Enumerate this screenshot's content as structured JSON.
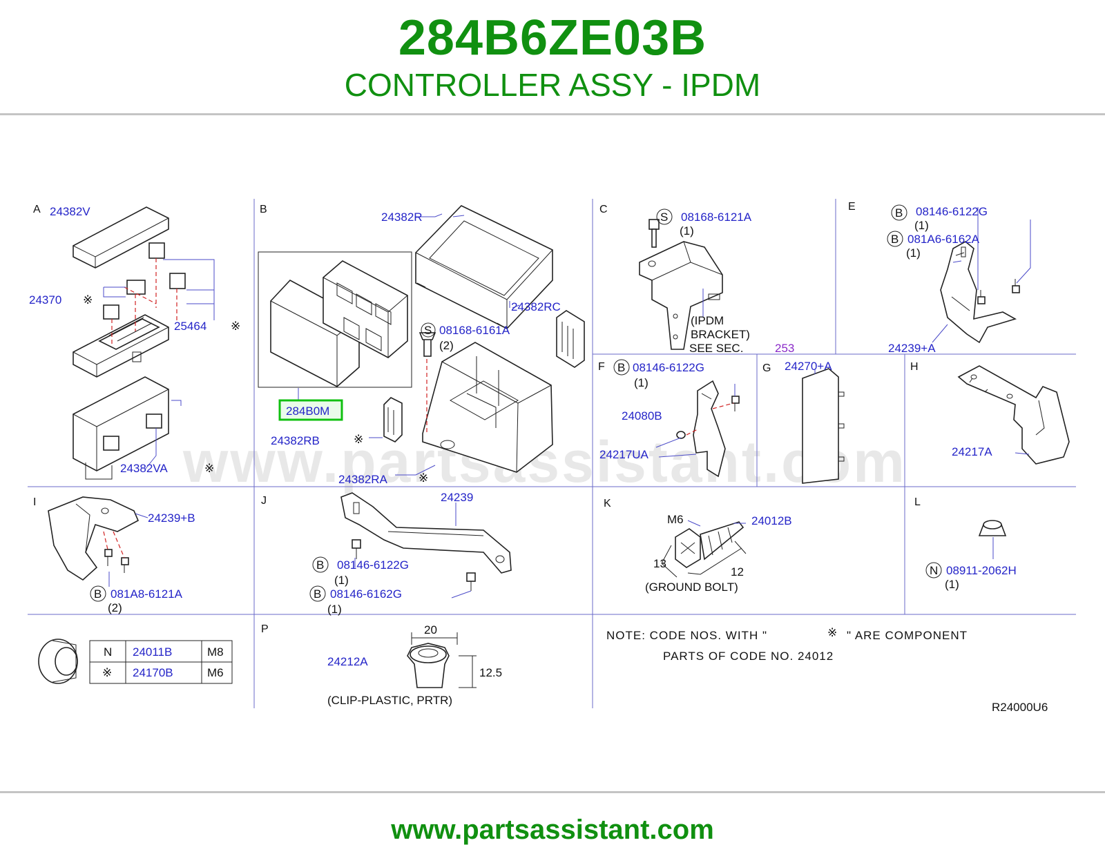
{
  "header": {
    "part_number": "284B6ZE03B",
    "part_name": "CONTROLLER ASSY - IPDM"
  },
  "footer": {
    "url": "www.partsassistant.com"
  },
  "watermark": "www.partsassistant.com",
  "diagram": {
    "sections": {
      "A": "A",
      "B": "B",
      "C": "C",
      "E": "E",
      "F": "F",
      "G": "G",
      "H": "H",
      "I": "I",
      "J": "J",
      "K": "K",
      "L": "L",
      "P": "P"
    },
    "component_mark": "※",
    "part_labels": {
      "p24382V": "24382V",
      "p24370": "24370",
      "p25464": "25464",
      "p24382VA": "24382VA",
      "p24382R": "24382R",
      "p24382RC": "24382RC",
      "p284B0M": "284B0M",
      "p24382RB": "24382RB",
      "p24382RA": "24382RA",
      "p08168_6161A": "08168-6161A",
      "p08168_6121A": "08168-6121A",
      "p08146_6122G_E": "08146-6122G",
      "p081A6_6162A": "081A6-6162A",
      "p24239A": "24239+A",
      "p08146_6122G_F": "08146-6122G",
      "p24080B": "24080B",
      "p24217UA": "24217UA",
      "p24270A": "24270+A",
      "p24217A": "24217A",
      "p24239B": "24239+B",
      "p081A8_6121A": "081A8-6121A",
      "p24239": "24239",
      "p08146_6122G_J": "08146-6122G",
      "p08146_6162G": "08146-6162G",
      "p24012B": "24012B",
      "p08911_2062H": "08911-2062H",
      "p24212A": "24212A",
      "p24011B": "24011B",
      "p24170B": "24170B",
      "sec253": "253"
    },
    "prefixes": {
      "S": "S",
      "B": "B",
      "N": "N"
    },
    "quantities": {
      "one": "(1)",
      "two": "(2)"
    },
    "texts": {
      "ipdm_bracket_1": "(IPDM",
      "ipdm_bracket_2": "BRACKET)",
      "see_sec": "SEE  SEC.",
      "m6": "M6",
      "dim13": "13",
      "dim12": "12",
      "ground_bolt": "(GROUND  BOLT)",
      "dim20": "20",
      "dim12_5": "12.5",
      "clip_plastic": "(CLIP-PLASTIC,  PRTR)",
      "note_line1_a": "NOTE:   CODE  NOS.  WITH  \"",
      "note_line1_b": "\"  ARE  COMPONENT",
      "note_line2": "PARTS  OF  CODE  NO.  24012",
      "drawing_ref": "R24000U6"
    },
    "table": {
      "rows": [
        {
          "mark": "N",
          "part": "24011B",
          "size": "M8"
        },
        {
          "mark": "※",
          "part": "24170B",
          "size": "M6"
        }
      ]
    }
  }
}
